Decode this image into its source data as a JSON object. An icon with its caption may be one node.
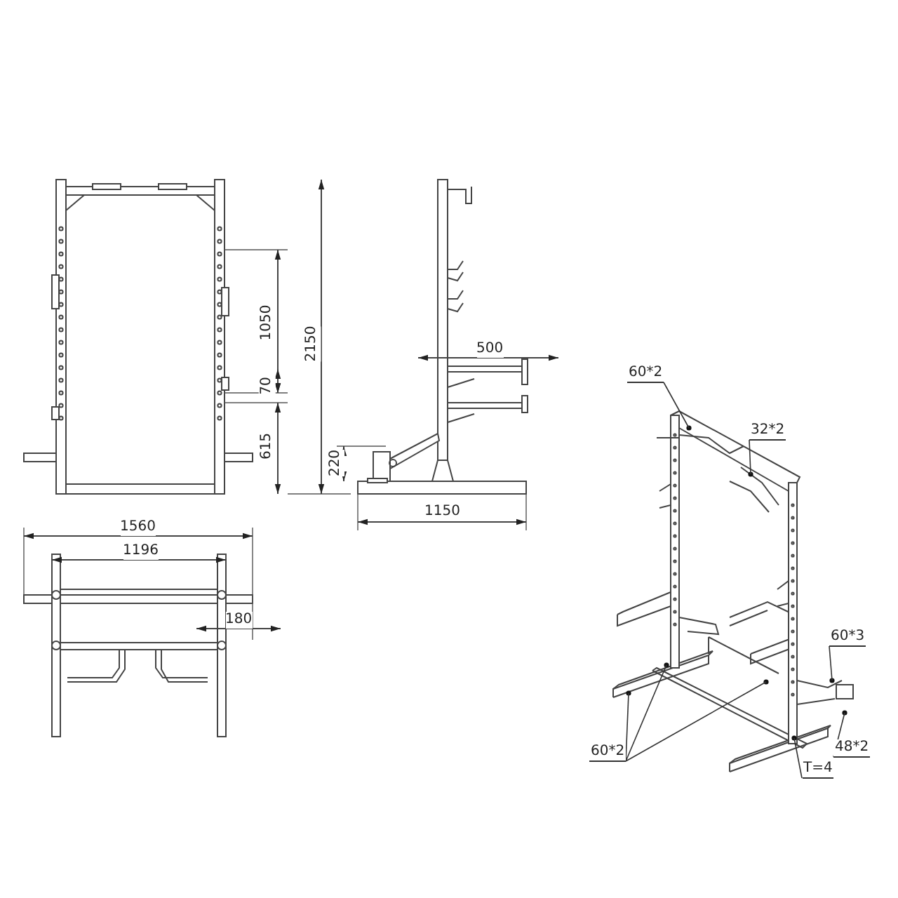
{
  "diagram": {
    "nodes": [
      {
        "text": [
          "60*2"
        ]
      },
      {
        "text": [
          "32*2"
        ]
      },
      {
        "text": [
          "60*3"
        ]
      },
      {
        "text": [
          "60*2"
        ]
      },
      {
        "text": [
          "48*2"
        ]
      },
      {
        "text": [
          "T=4"
        ]
      }
    ],
    "edges": [
      {
        "from": 0,
        "to": null,
        "arrow": "none"
      },
      {
        "from": 1,
        "to": null,
        "arrow": "none"
      },
      {
        "from": 2,
        "to": null,
        "arrow": "none"
      },
      {
        "from": 3,
        "to": null,
        "arrow": "none"
      },
      {
        "from": 3,
        "to": null,
        "arrow": "none"
      },
      {
        "from": 3,
        "to": null,
        "arrow": "none"
      },
      {
        "from": 4,
        "to": null,
        "arrow": "none"
      },
      {
        "from": 5,
        "to": null,
        "arrow": "none"
      }
    ],
    "labels": [
      "2150",
      "1050",
      "70",
      "500",
      "615",
      "220",
      "1150",
      "1560",
      "1196",
      "180"
    ]
  }
}
